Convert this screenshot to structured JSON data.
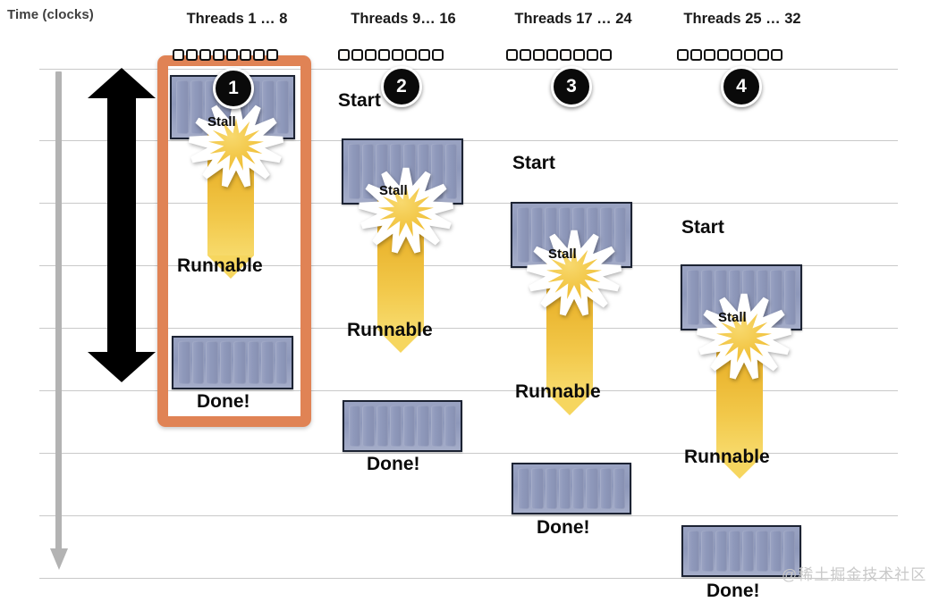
{
  "axis": {
    "label": "Time (clocks)",
    "direction_icon": "down-arrow-icon",
    "span_icon": "double-headed-arrow-icon"
  },
  "watermark": {
    "text": "@稀土掘金技术社区"
  },
  "colors": {
    "block_fill": "#8e98ba",
    "block_border": "#1c2333",
    "arrow_top": "#e3a41d",
    "arrow_bottom": "#f7da6b",
    "burst_fill": "#f2c33c",
    "highlight": "#e08355",
    "gridline": "#c9c9c9",
    "time_axis": "#b3b3b3",
    "badge": "#0a0a0a"
  },
  "labels": {
    "start": "Start",
    "stall": "Stall",
    "runnable": "Runnable",
    "done": "Done!"
  },
  "columns": [
    {
      "id": "col-1",
      "title": "Threads 1 … 8",
      "badge": "1",
      "thread_count": 8,
      "highlighted": true,
      "start_label": null,
      "stall_label": "Stall",
      "runnable_label": "Runnable",
      "done_label": "Done!"
    },
    {
      "id": "col-2",
      "title": "Threads  9… 16",
      "badge": "2",
      "thread_count": 8,
      "highlighted": false,
      "start_label": "Start",
      "stall_label": "Stall",
      "runnable_label": "Runnable",
      "done_label": "Done!"
    },
    {
      "id": "col-3",
      "title": "Threads 17 … 24",
      "badge": "3",
      "thread_count": 8,
      "highlighted": false,
      "start_label": "Start",
      "stall_label": "Stall",
      "runnable_label": "Runnable",
      "done_label": "Done!"
    },
    {
      "id": "col-4",
      "title": "Threads 25 … 32",
      "badge": "4",
      "thread_count": 8,
      "highlighted": false,
      "start_label": "Start",
      "stall_label": "Stall",
      "runnable_label": "Runnable",
      "done_label": "Done!"
    }
  ]
}
